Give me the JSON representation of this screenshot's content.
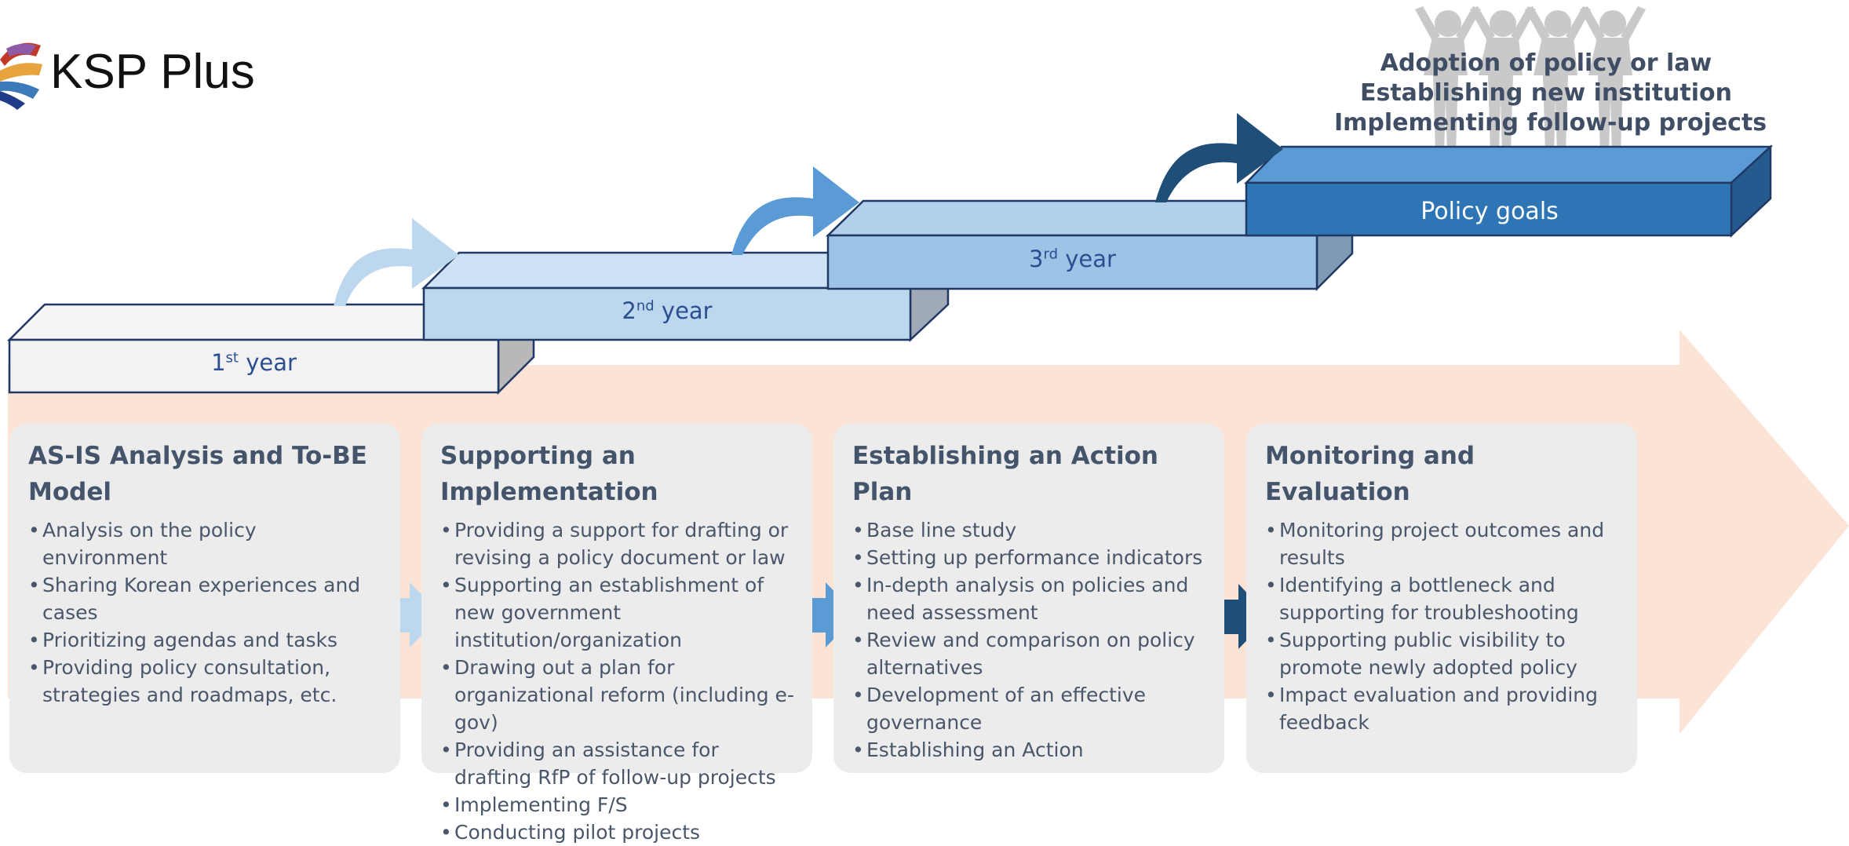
{
  "logo": {
    "text": "KSP Plus",
    "colors": [
      "#1f3c88",
      "#c0392b",
      "#e7a33e",
      "#3a7ab8",
      "#8e5ba8"
    ]
  },
  "goals_list": [
    "Adoption of policy or law",
    "Establishing new institution",
    "Implementing follow-up projects"
  ],
  "steps": [
    {
      "number": "1",
      "suffix": "st",
      "word": "year"
    },
    {
      "number": "2",
      "suffix": "nd",
      "word": "year"
    },
    {
      "number": "3",
      "suffix": "rd",
      "word": "year"
    }
  ],
  "goal_label": "Policy goals",
  "cards": [
    {
      "title": "AS-IS Analysis and To-BE Model",
      "items": [
        "Analysis on the policy environment",
        "Sharing Korean experiences and cases",
        "Prioritizing agendas and tasks",
        "Providing policy consultation, strategies and roadmaps, etc."
      ]
    },
    {
      "title": "Supporting an Implementation",
      "items": [
        "Providing a support for drafting or revising a policy document or law",
        "Supporting an establishment of new government institution/organization",
        "Drawing out a plan for organizational reform (including e-gov)",
        "Providing an assistance for drafting RfP of follow-up projects",
        "Implementing F/S",
        "Conducting pilot projects"
      ]
    },
    {
      "title": "Establishing an Action Plan",
      "items": [
        "Base line study",
        "Setting up performance indicators",
        "In-depth analysis on policies and need assessment",
        "Review and comparison on policy alternatives",
        "Development of an effective governance",
        "Establishing an Action"
      ]
    },
    {
      "title": "Monitoring and Evaluation",
      "items": [
        "Monitoring project outcomes and results",
        "Identifying a bottleneck and supporting for troubleshooting",
        "Supporting public visibility to promote newly adopted policy",
        "Impact evaluation and providing feedback"
      ]
    }
  ],
  "colors": {
    "big_arrow": "#fbe3d6",
    "card_bg": "#ececed",
    "step1": "#f2f2f2",
    "step2": "#bdd7ee",
    "step3": "#9dc3e6",
    "goal": "#2e75b6",
    "arrow1": "#bdd7ee",
    "arrow2": "#5b9bd5",
    "arrow3": "#1f4e79",
    "people": "#c9c9c9"
  }
}
